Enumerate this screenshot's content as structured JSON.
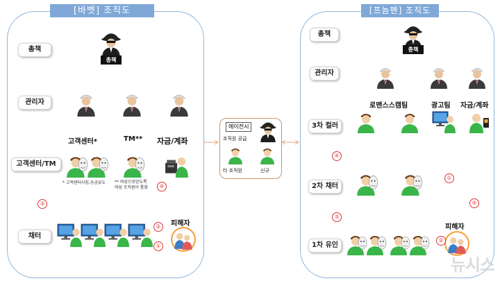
{
  "left": {
    "title": "[바벳] 조직도",
    "levels": {
      "boss": "총책",
      "manager": "관리자",
      "callcenter": "고객센터/TM",
      "chatter": "채터"
    },
    "boss_label": "총책",
    "teams": {
      "callcenter": "고객센터*",
      "tm": "TM**",
      "funds": "자금/계좌"
    },
    "notes": {
      "callcenter": "* 고객센터사칭,송금유도",
      "tm_line1": "** 여성으로믿도록",
      "tm_line2": "여성 조직원이 통화"
    },
    "victim": "피해자",
    "nums": {
      "n1": "①",
      "n2": "②",
      "n3": "③",
      "n4": "④"
    }
  },
  "agency": {
    "title": "에이전시",
    "supply": "조직원 공급",
    "other": "타 조직원",
    "new": "신규"
  },
  "right": {
    "title": "[프놈펜] 조직도",
    "levels": {
      "boss": "총책",
      "manager": "관리자",
      "caller3": "3차 컬러",
      "chatter2": "2차 채터",
      "lure1": "1차 유인"
    },
    "boss_label": "총책",
    "teams": {
      "romance": "로맨스스캠팀",
      "ad": "광고팀",
      "funds": "자금/계좌"
    },
    "victim": "피해자",
    "nums": {
      "n1": "①",
      "n2": "②",
      "n3": "③",
      "n4": "④",
      "n5": "⑤"
    }
  },
  "watermark": "뉴시스"
}
